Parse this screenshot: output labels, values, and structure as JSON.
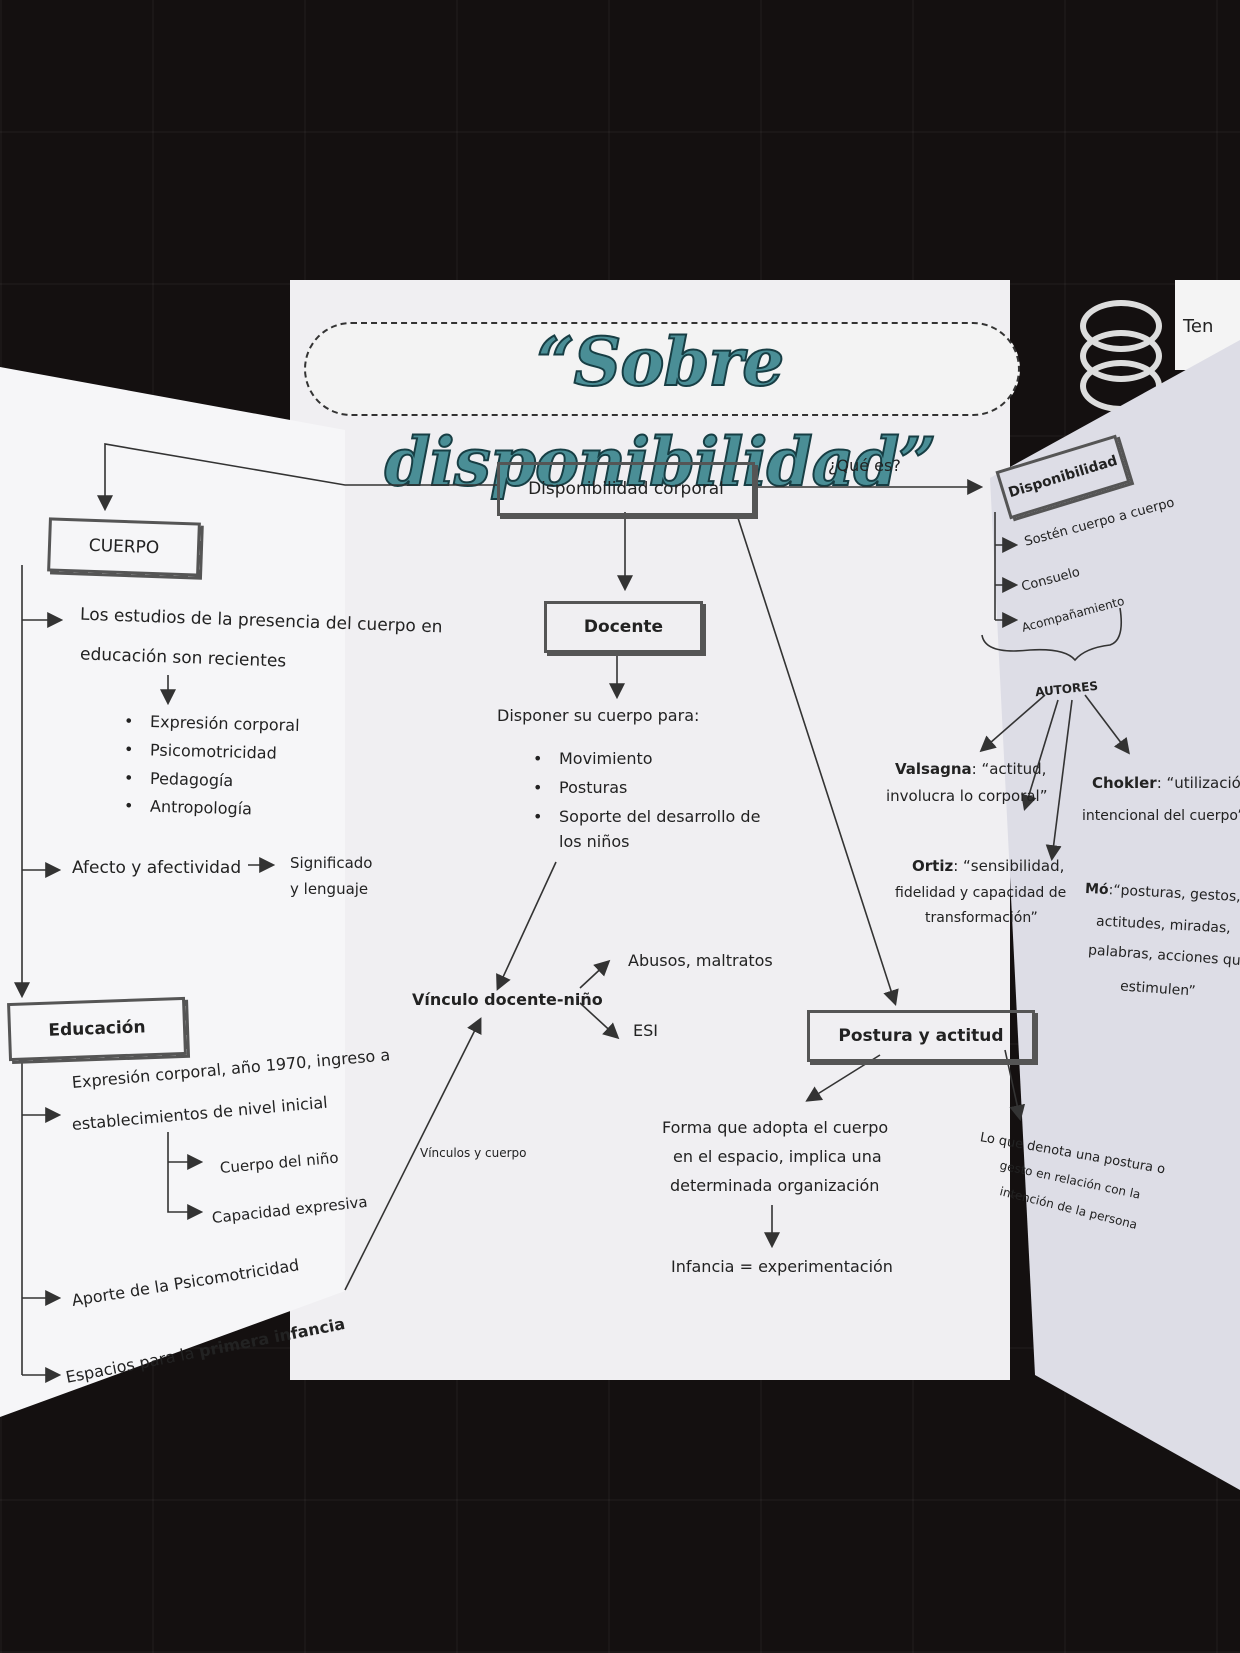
{
  "title": "“Sobre disponibilidad”",
  "tab_fragment": "Ten",
  "center": {
    "main_box": "Disponibilidad corporal",
    "que_es": "¿Qué es?",
    "docente_box": "Docente",
    "disponer": "Disponer su cuerpo para:",
    "bullets": [
      "Movimiento",
      "Posturas",
      "Soporte del desarrollo de",
      "los niños"
    ],
    "vinculo": "Vínculo docente-niño",
    "abusos": "Abusos, maltratos",
    "esi": "ESI",
    "vinculos_cuerpo": "Vínculos y cuerpo",
    "postura_box": "Postura y actitud",
    "forma_lines": [
      "Forma que adopta el cuerpo",
      "en el espacio, implica una",
      "determinada organización"
    ],
    "infancia": "Infancia = experimentación"
  },
  "left": {
    "cuerpo_box": "CUERPO",
    "estudios_lines": [
      "Los estudios de la presencia del cuerpo en",
      "educación son recientes"
    ],
    "bullets": [
      "Expresión corporal",
      "Psicomotricidad",
      "Pedagogía",
      "Antropología"
    ],
    "afecto": "Afecto y afectividad",
    "significado_lines": [
      "Significado",
      "y lenguaje"
    ],
    "educacion_box": "Educación",
    "expresion_lines": [
      "Expresión corporal, año 1970, ingreso a",
      "establecimientos de nivel inicial"
    ],
    "cuerpo_nino": "Cuerpo del niño",
    "capacidad": "Capacidad expresiva",
    "aporte": "Aporte de la Psicomotricidad",
    "espacios_pre": "Espacios para la ",
    "espacios_bold": "primera infancia"
  },
  "right": {
    "disp_box": "Disponibilidad",
    "items": [
      "Sostén cuerpo a cuerpo",
      "Consuelo",
      "Acompañamiento"
    ],
    "autores": "AUTORES",
    "valsagna_name": "Valsagna",
    "valsagna_lines": [
      ": “actitud,",
      "involucra lo corporal”"
    ],
    "chokler_name": "Chokler",
    "chokler_lines": [
      ": “utilización",
      "intencional del cuerpo”"
    ],
    "ortiz_name": "Ortiz",
    "ortiz_lines": [
      ": “sensibilidad,",
      "fidelidad y capacidad de",
      "transformación”"
    ],
    "mo_name": "Mó",
    "mo_lines": [
      ":“posturas, gestos,",
      "actitudes, miradas,",
      "palabras, acciones que",
      "estimulen”"
    ],
    "denota_lines": [
      "Lo que denota una postura o",
      "gesto en relación con la",
      "intención de la persona"
    ]
  },
  "colors": {
    "title_fill": "#4a8e96",
    "title_stroke": "#173e44",
    "line": "#333333"
  }
}
